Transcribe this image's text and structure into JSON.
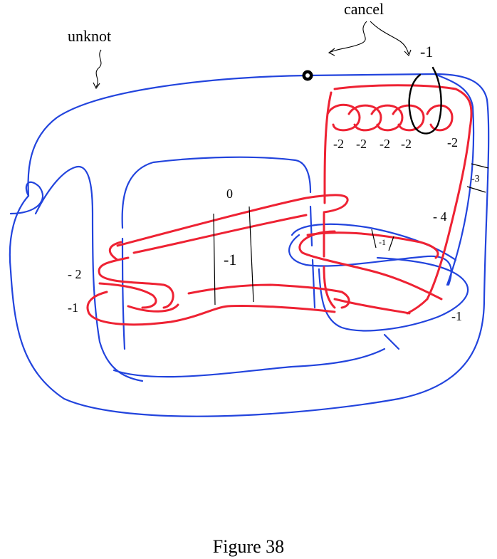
{
  "labels": {
    "cancel": "cancel",
    "unknot": "unknot",
    "top_minus1": "-1",
    "chain_1": "-2",
    "chain_2": "-2",
    "chain_3": "-2",
    "chain_4": "-2",
    "chain_5": "-2",
    "box_minus3": "-3",
    "minus4": "- 4",
    "zero": "0",
    "center_minus1": "-1",
    "blue_box_minus1": "-1",
    "left_minus2": "- 2",
    "left_minus1": "-1",
    "right_minus1": "-1"
  },
  "caption": "Figure 38",
  "colors": {
    "blue": "#2244dd",
    "red": "#ee2233",
    "black": "#000000"
  }
}
